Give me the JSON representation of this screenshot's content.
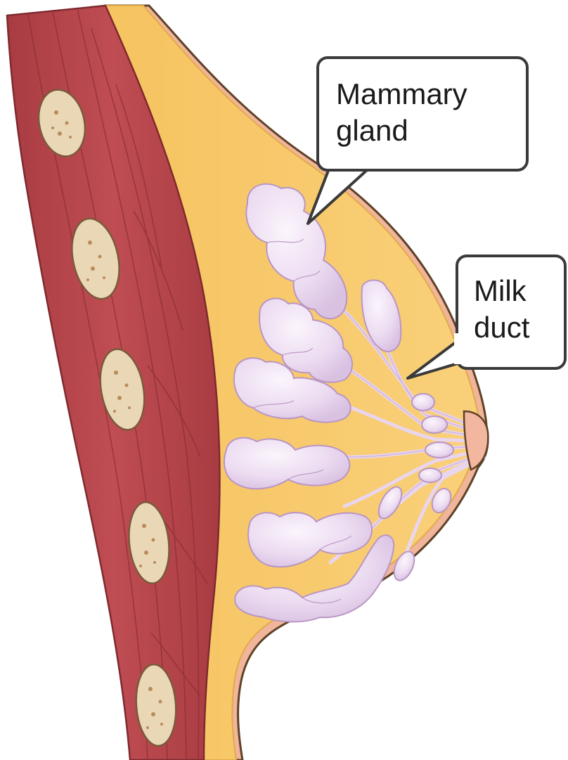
{
  "labels": {
    "mammary_gland_line1": "Mammary",
    "mammary_gland_line2": "gland",
    "milk_duct_line1": "Milk",
    "milk_duct_line2": "duct"
  },
  "colors": {
    "muscle": "#b5444a",
    "muscle_dark": "#8e2e33",
    "muscle_light": "#c8555b",
    "fat": "#f7c96a",
    "fat_edge": "#e8b24e",
    "skin_outline": "#6b4a2a",
    "skin_fill": "#f3b7a0",
    "rib": "#e6d2b0",
    "rib_spot": "#b48a5a",
    "gland": "#e9d6ee",
    "gland_light": "#f7eefa",
    "gland_edge": "#b994c4",
    "callout_border": "#3a3a3a",
    "callout_fill": "#ffffff"
  },
  "icons": {
    "rib": "rib-cross-section-icon"
  }
}
